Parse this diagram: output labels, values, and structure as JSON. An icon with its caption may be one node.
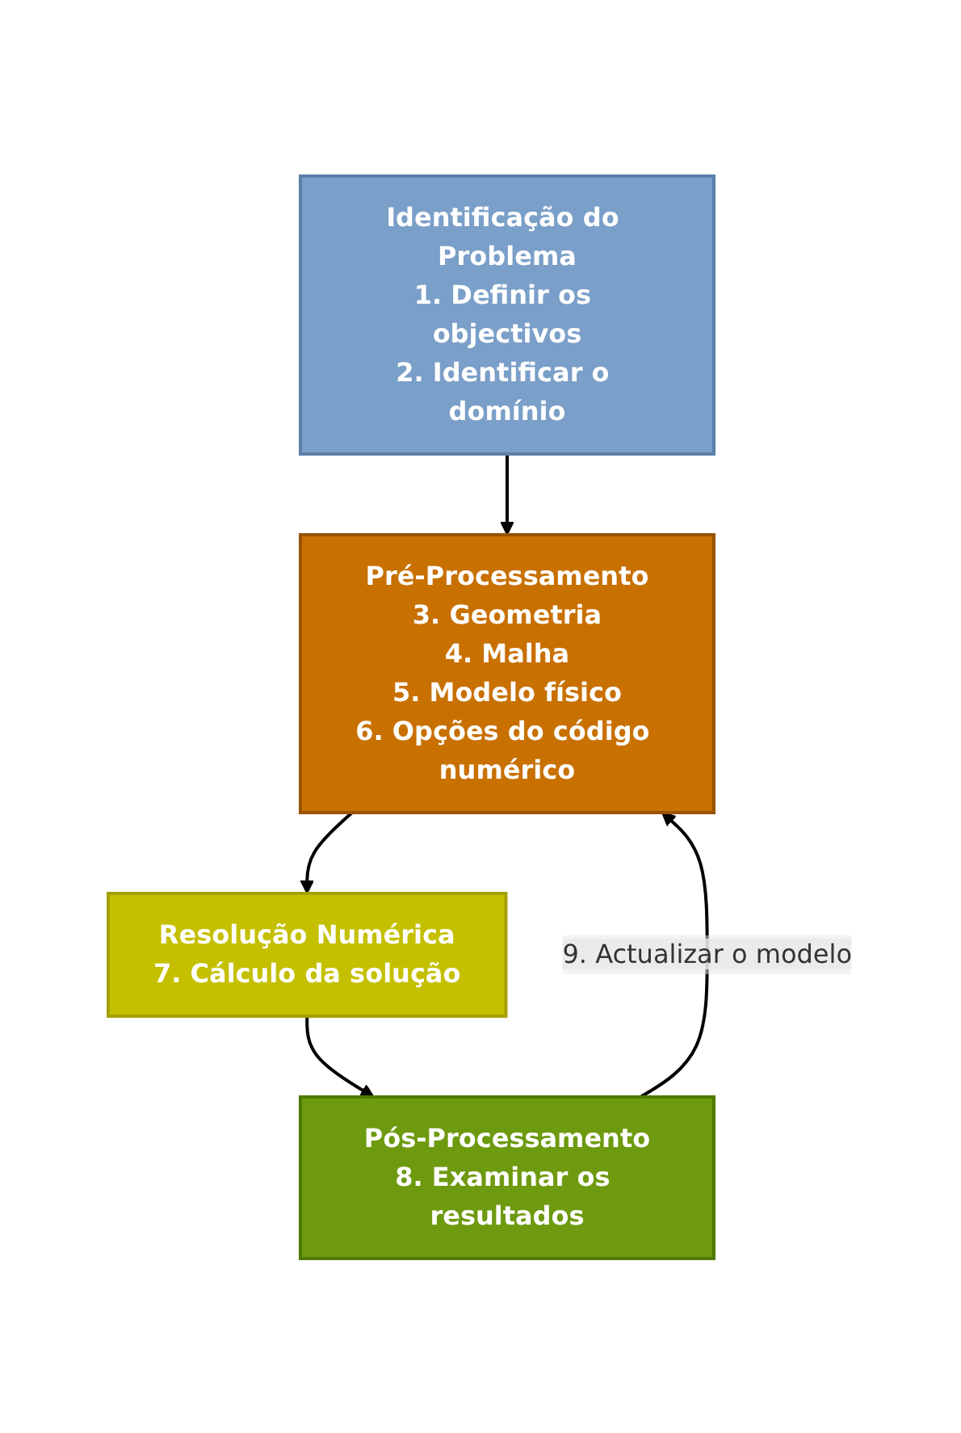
{
  "diagram": {
    "nodes": [
      {
        "text": [
          "Identificação do Problema",
          "1. Definir os objectivos",
          "2. Identificar o domínio"
        ]
      },
      {
        "text": [
          "Pré-Processamento",
          "3. Geometria",
          "4. Malha",
          "5. Modelo físico",
          "6. Opções do código numérico"
        ]
      },
      {
        "text": [
          "Resolução Numérica",
          "7. Cálculo da solução"
        ]
      },
      {
        "text": [
          "Pós-Processamento",
          "8. Examinar os resultados"
        ]
      }
    ],
    "edges": [
      {
        "from": 0,
        "to": 1,
        "arrow": "to"
      },
      {
        "from": 1,
        "to": 2,
        "arrow": "to"
      },
      {
        "from": 2,
        "to": 3,
        "arrow": "to"
      },
      {
        "from": 3,
        "to": 1,
        "arrow": "to",
        "label": "9. Actualizar o modelo"
      }
    ]
  }
}
